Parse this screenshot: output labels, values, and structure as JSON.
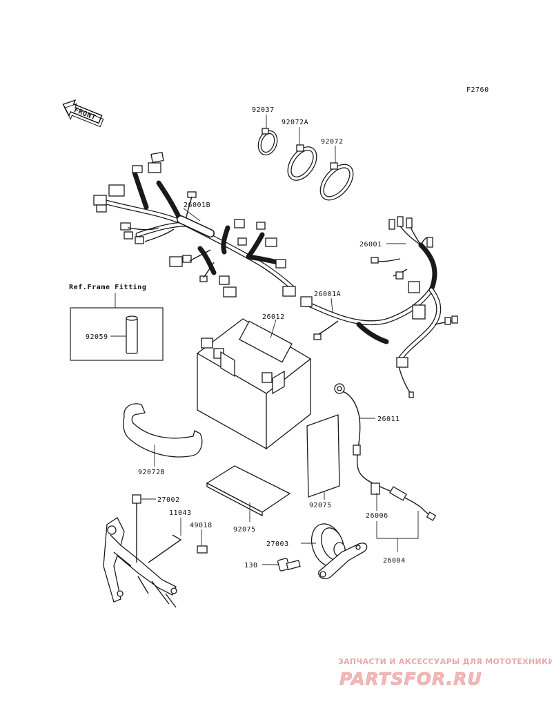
{
  "figure_code": "F2760",
  "front_arrow": {
    "text": "FRONT"
  },
  "ref_box": {
    "title": "Ref.Frame Fitting",
    "part": "92059"
  },
  "parts": {
    "p92037": "92037",
    "p92072A": "92072A",
    "p92072": "92072",
    "p26001B": "26001B",
    "p26001": "26001",
    "p26001A": "26001A",
    "p26012": "26012",
    "p26011": "26011",
    "p92072B": "92072B",
    "p92075a": "92075",
    "p92075b": "92075",
    "p27002": "27002",
    "p11043": "11043",
    "p49018": "49018",
    "p27003": "27003",
    "p130": "130",
    "p26006": "26006",
    "p26004": "26004"
  },
  "watermark": {
    "top": "ЗАПЧАСТИ И АКСЕССУАРЫ ДЛЯ МОТОТЕХНИКИ",
    "brand": "PARTSFOR.RU"
  }
}
